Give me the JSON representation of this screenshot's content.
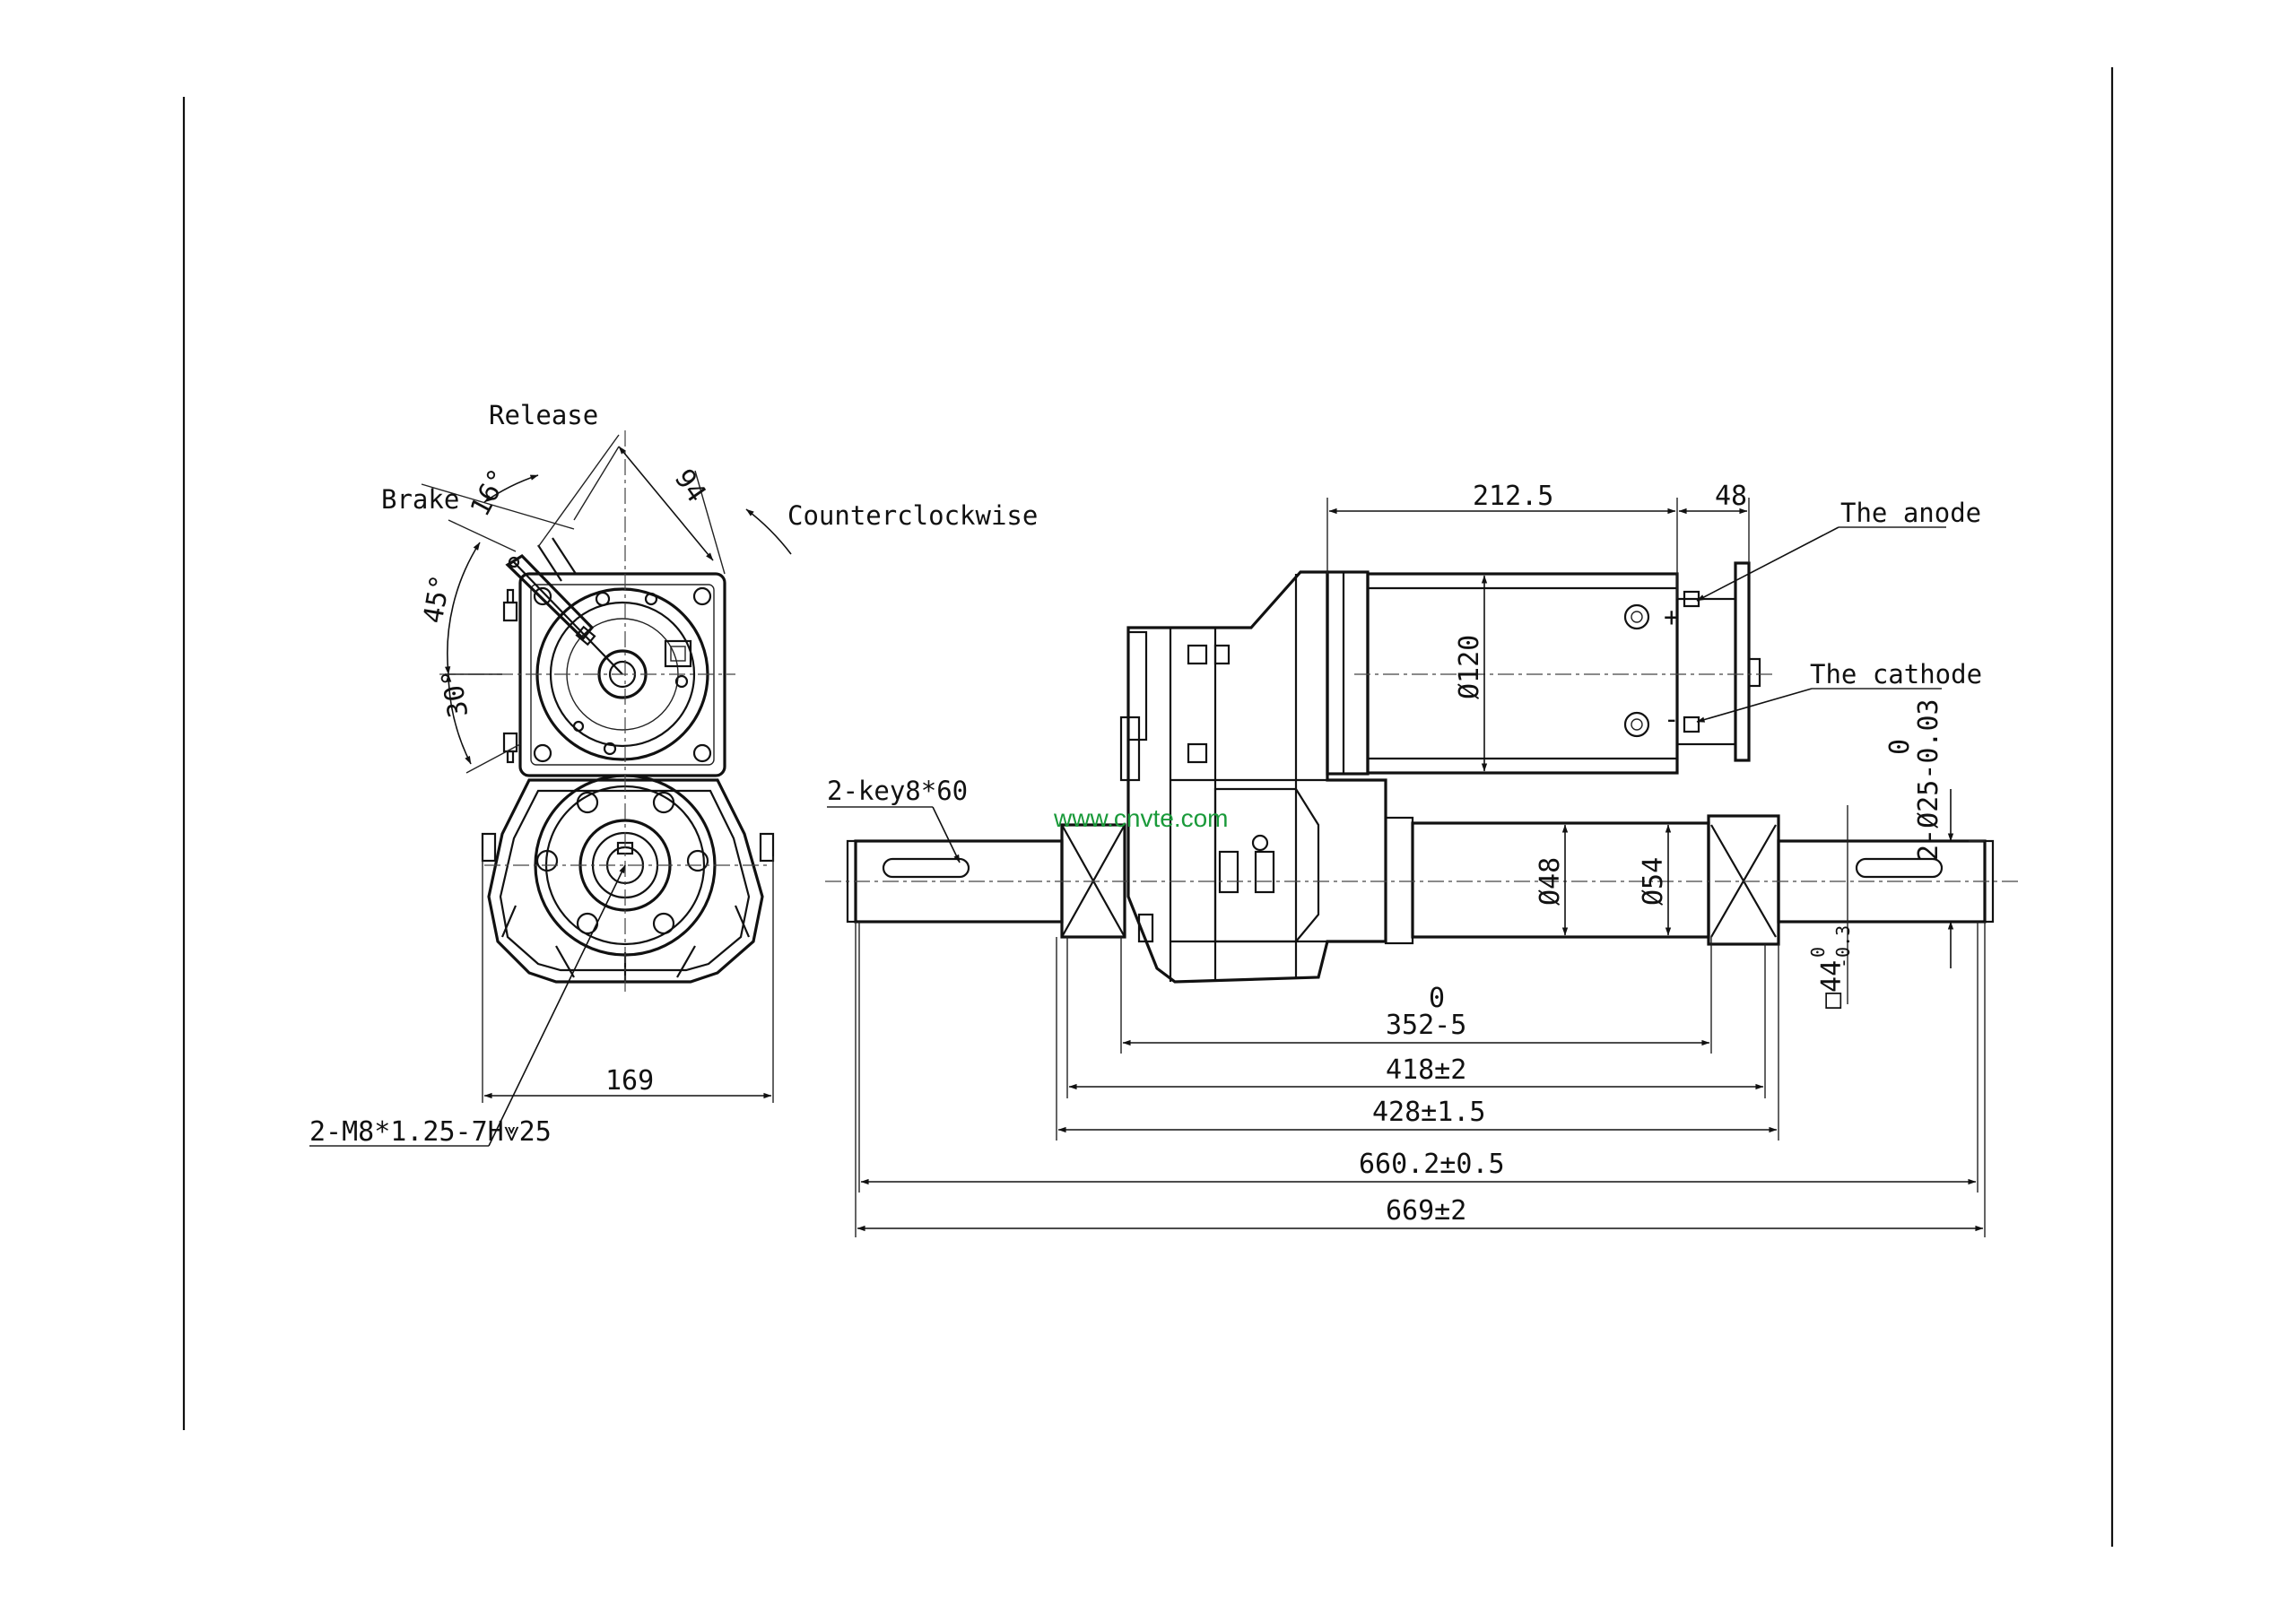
{
  "side_view": {
    "label_release": "Release",
    "label_brake": "Brake",
    "label_counterclockwise": "Counterclockwise",
    "angle_16": "16°",
    "angle_45": "45°",
    "angle_30": "30°",
    "dim_94": "94",
    "dim_169": "169",
    "callout_thread": "2-M8*1.25-7H⩔25"
  },
  "front_view": {
    "dim_212_5": "212.5",
    "dim_48_top": "48",
    "label_anode": "The anode",
    "label_cathode": "The cathode",
    "plus_sign": "+",
    "minus_sign": "-",
    "dia_120": "Ø120",
    "callout_key": "2-key8*60",
    "dia_48": "Ø48",
    "dia_54": "Ø54",
    "shaft_dia": "2-Ø25-0.03",
    "shaft_dia_upper": "0",
    "square_44": "□44",
    "square_44_upper": "0",
    "square_44_lower": "-0.3",
    "dim_352_upper": "0",
    "dim_352": "352-5",
    "dim_418": "418±2",
    "dim_428": "428±1.5",
    "dim_660": "660.2±0.5",
    "dim_669": "669±2"
  },
  "watermark": "www.cnvte.com"
}
